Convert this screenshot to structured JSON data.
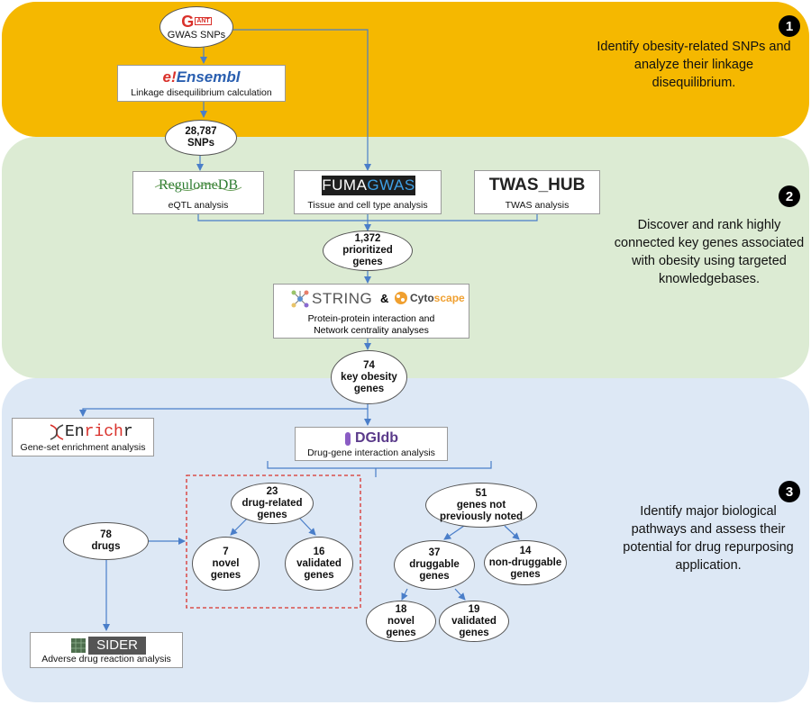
{
  "steps": [
    {
      "number": "1",
      "description": "Identify obesity-related SNPs and analyze their linkage disequilibrium."
    },
    {
      "number": "2",
      "description": "Discover and rank highly connected key genes associated with obesity using targeted knowledgebases."
    },
    {
      "number": "3",
      "description": "Identify major biological pathways and assess their potential for drug repurposing application."
    }
  ],
  "nodes": {
    "gwas": {
      "logo": "G",
      "logo_sub": "ANT",
      "label": "GWAS SNPs"
    },
    "ensembl": {
      "logo": "e!",
      "logo_name": "Ensembl",
      "label": "Linkage disequilibrium calculation"
    },
    "snps": {
      "count": "28,787",
      "label": "SNPs"
    },
    "regulome": {
      "logo": "RegulomeDB",
      "label": "eQTL analysis"
    },
    "fuma": {
      "logo_a": "FUMA",
      "logo_b": "GWAS",
      "label": "Tissue and cell type analysis"
    },
    "twas": {
      "logo": "TWAS_HUB",
      "label": "TWAS analysis"
    },
    "prioritized": {
      "count": "1,372",
      "label_1": "prioritized",
      "label_2": "genes"
    },
    "string": {
      "logo_string": "STRING",
      "amp": "&",
      "logo_cyto_a": "Cyto",
      "logo_cyto_b": "scape",
      "label_1": "Protein-protein interaction and",
      "label_2": "Network centrality analyses"
    },
    "key_genes": {
      "count": "74",
      "label_1": "key obesity",
      "label_2": "genes"
    },
    "enrichr": {
      "logo_a": "En",
      "logo_b": "rich",
      "logo_c": "r",
      "label": "Gene-set enrichment analysis"
    },
    "dgidb": {
      "logo": "DGIdb",
      "label": "Drug-gene interaction analysis"
    },
    "drug_related": {
      "count": "23",
      "label_1": "drug-related",
      "label_2": "genes"
    },
    "novel7": {
      "count": "7",
      "label_1": "novel",
      "label_2": "genes"
    },
    "validated16": {
      "count": "16",
      "label_1": "validated",
      "label_2": "genes"
    },
    "drugs": {
      "count": "78",
      "label": "drugs"
    },
    "not_noted": {
      "count": "51",
      "label_1": "genes not",
      "label_2": "previously noted"
    },
    "druggable": {
      "count": "37",
      "label_1": "druggable",
      "label_2": "genes"
    },
    "non_druggable": {
      "count": "14",
      "label_1": "non-druggable",
      "label_2": "genes"
    },
    "novel18": {
      "count": "18",
      "label_1": "novel",
      "label_2": "genes"
    },
    "validated19": {
      "count": "19",
      "label_1": "validated",
      "label_2": "genes"
    },
    "sider": {
      "logo": "SIDER",
      "label": "Adverse drug reaction analysis"
    }
  },
  "colors": {
    "panel1": "#f5b800",
    "panel2": "#dcebd3",
    "panel3": "#dde8f5",
    "arrow": "#4a7ec9",
    "highlight": "#d9312b"
  }
}
